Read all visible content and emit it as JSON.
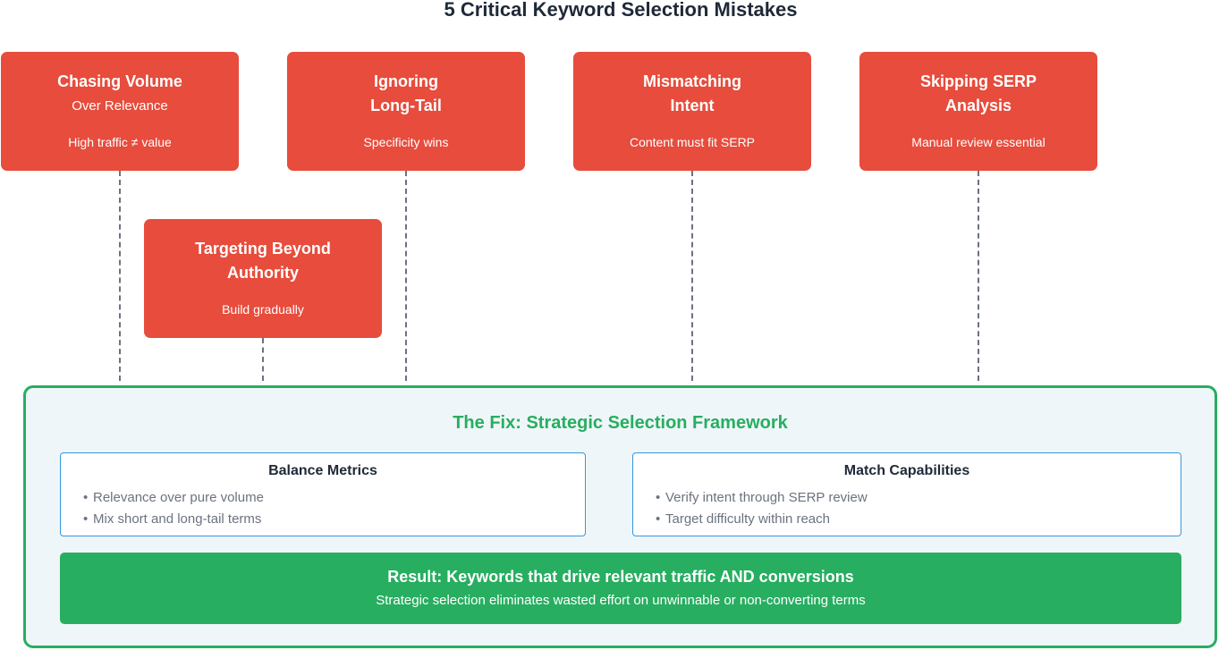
{
  "title": "5 Critical Keyword Selection Mistakes",
  "colors": {
    "mistake_fill": "#e74c3c",
    "fix_accent": "#27ae60",
    "card_border": "#3498db",
    "panel_fill": "#eff6f9",
    "connector": "#6b7280"
  },
  "mistakes": [
    {
      "line1": "Chasing Volume",
      "line2": "Over Relevance",
      "note": "High traffic ≠ value"
    },
    {
      "line1": "Ignoring",
      "line2": "Long-Tail",
      "note": "Specificity wins"
    },
    {
      "line1": "Mismatching",
      "line2": "Intent",
      "note": "Content must fit SERP"
    },
    {
      "line1": "Skipping SERP",
      "line2": "Analysis",
      "note": "Manual review essential"
    },
    {
      "line1": "Targeting Beyond",
      "line2": "Authority",
      "note": "Build gradually"
    }
  ],
  "fix": {
    "title": "The Fix: Strategic Selection Framework",
    "cards": [
      {
        "title": "Balance Metrics",
        "items": [
          "Relevance over pure volume",
          "Mix short and long-tail terms"
        ]
      },
      {
        "title": "Match Capabilities",
        "items": [
          "Verify intent through SERP review",
          "Target difficulty within reach"
        ]
      }
    ],
    "bullet": "•",
    "result": {
      "heading": "Result: Keywords that drive relevant traffic AND conversions",
      "subtext": "Strategic selection eliminates wasted effort on unwinnable or non-converting terms"
    }
  }
}
